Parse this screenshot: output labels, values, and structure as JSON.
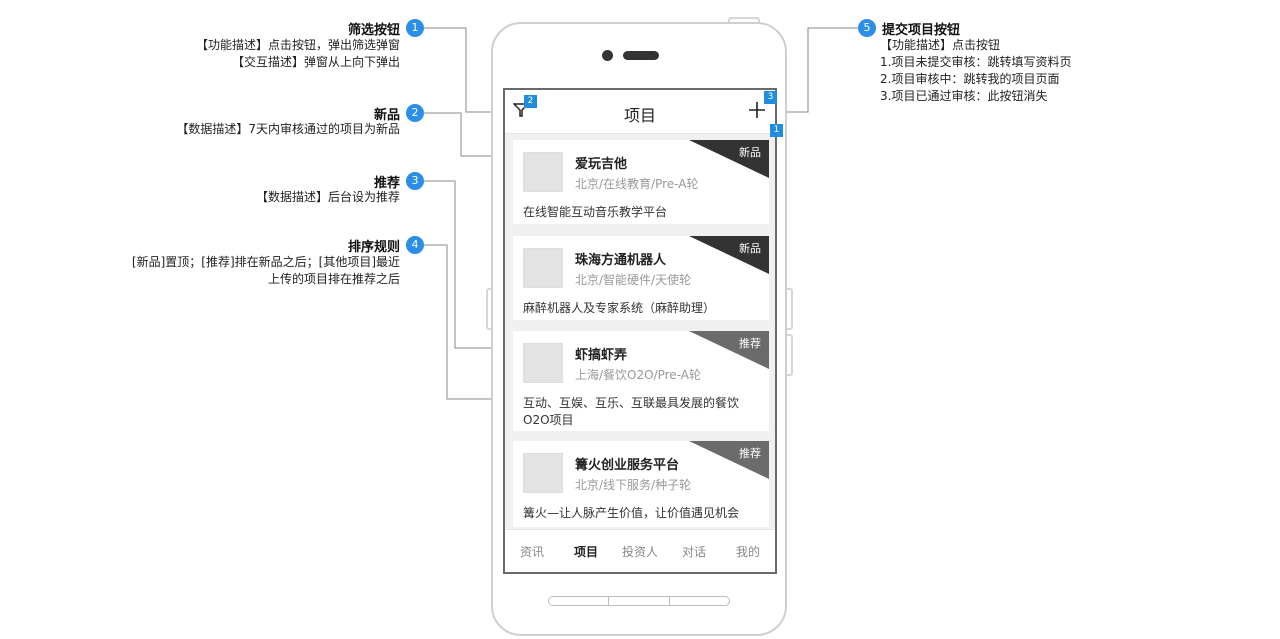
{
  "screen": {
    "title": "项目",
    "cards": [
      {
        "name": "爱玩吉他",
        "meta": "北京/在线教育/Pre-A轮",
        "desc": "在线智能互动音乐教学平台",
        "tag": "新品",
        "tag_color": "#333333"
      },
      {
        "name": "珠海方通机器人",
        "meta": "北京/智能硬件/天使轮",
        "desc": "麻醉机器人及专家系统（麻醉助理）",
        "tag": "新品",
        "tag_color": "#333333"
      },
      {
        "name": "虾搞虾弄",
        "meta": "上海/餐饮O2O/Pre-A轮",
        "desc": "互动、互娱、互乐、互联最具发展的餐饮O2O项目",
        "tag": "推荐",
        "tag_color": "#6b6b6b"
      },
      {
        "name": "篝火创业服务平台",
        "meta": "北京/线下服务/种子轮",
        "desc": "篝火—让人脉产生价值，让价值遇见机会",
        "tag": "推荐",
        "tag_color": "#6b6b6b"
      }
    ],
    "tabs": [
      "资讯",
      "项目",
      "投资人",
      "对话",
      "我的"
    ],
    "active_tab": "项目",
    "badges": {
      "filter": "2",
      "plus_top": "3",
      "plus_bottom": "1"
    }
  },
  "annotations": {
    "a1": {
      "num": "1",
      "title": "筛选按钮",
      "lines": [
        "【功能描述】点击按钮，弹出筛选弹窗",
        "【交互描述】弹窗从上向下弹出"
      ]
    },
    "a2": {
      "num": "2",
      "title": "新品",
      "lines": [
        "【数据描述】7天内审核通过的项目为新品"
      ]
    },
    "a3": {
      "num": "3",
      "title": "推荐",
      "lines": [
        "【数据描述】后台设为推荐"
      ]
    },
    "a4": {
      "num": "4",
      "title": "排序规则",
      "lines": [
        "[新品]置顶；[推荐]排在新品之后；[其他项目]最近",
        "上传的项目排在推荐之后"
      ]
    },
    "a5": {
      "num": "5",
      "title": "提交项目按钮",
      "lines": [
        "【功能描述】点击按钮",
        "1.项目未提交审核：跳转填写资料页",
        "2.项目审核中：跳转我的项目页面",
        "3.项目已通过审核：此按钮消失"
      ]
    }
  },
  "colors": {
    "accent": "#2b8fe8",
    "badge": "#1f8ee0",
    "new_tag": "#333333",
    "rec_tag": "#6b6b6b"
  },
  "icons": {
    "filter": "filter-icon",
    "plus": "plus-icon"
  }
}
